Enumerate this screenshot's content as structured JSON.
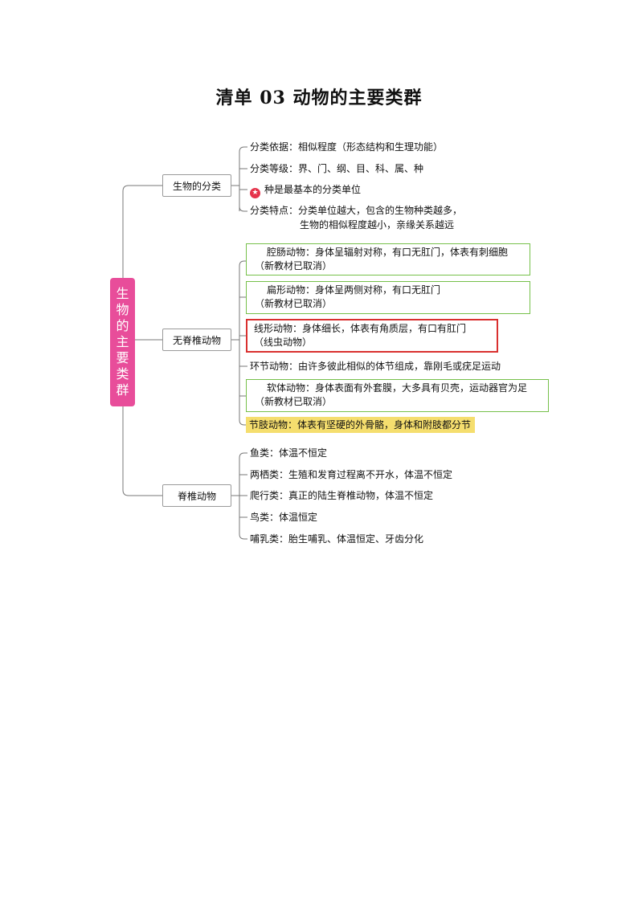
{
  "title": "清单 03  动物的主要类群",
  "root": "生物的主要类群",
  "branches": [
    {
      "label": "生物的分类",
      "items": [
        "分类依据：相似程度（形态结构和生理功能）",
        "分类等级：界、门、纲、目、科、属、种",
        "种是最基本的分类单位",
        [
          "分类特点：分类单位越大，包含的生物种类越多，",
          "生物的相似程度越小，亲缘关系越远"
        ]
      ]
    },
    {
      "label": "无脊椎动物",
      "items": [
        [
          "腔肠动物：身体呈辐射对称，有口无肛门，体表有刺细胞",
          "（新教材已取消）"
        ],
        [
          "扁形动物：身体呈两侧对称，有口无肛门",
          "（新教材已取消）"
        ],
        [
          "线形动物：身体细长，体表有角质层，有口有肛门",
          "（线虫动物）"
        ],
        "环节动物：由许多彼此相似的体节组成，靠刚毛或疣足运动",
        [
          "软体动物：身体表面有外套膜，大多具有贝壳，运动器官为足",
          "（新教材已取消）"
        ],
        "节肢动物：体表有坚硬的外骨骼，身体和附肢都分节"
      ]
    },
    {
      "label": "脊椎动物",
      "items": [
        "鱼类：体温不恒定",
        "两栖类：生殖和发育过程离不开水，体温不恒定",
        "爬行类：真正的陆生脊椎动物，体温不恒定",
        "鸟类：体温恒定",
        "哺乳类：胎生哺乳、体温恒定、牙齿分化"
      ]
    }
  ],
  "colors": {
    "root": "#e84d9a",
    "green_border": "#76c04a",
    "red_border": "#d9302f",
    "highlight": "#f5de6e",
    "star": "#e5334b"
  },
  "icons": {
    "star": "star-icon"
  }
}
